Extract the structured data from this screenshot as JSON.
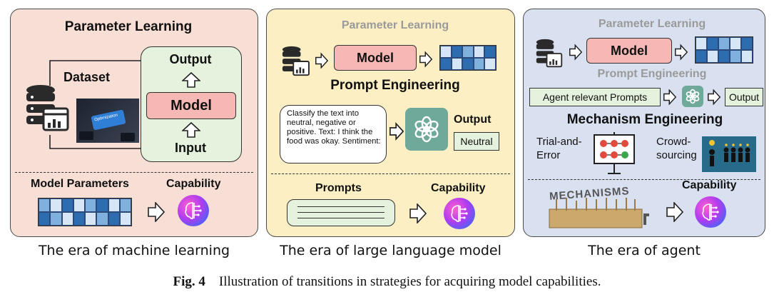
{
  "panel1": {
    "title": "Parameter Learning",
    "dataset_label": "Dataset",
    "output_label": "Output",
    "model_label": "Model",
    "input_label": "Input",
    "screen_text": "Optimization",
    "params_label": "Model Parameters",
    "capability_label": "Capability",
    "era": "The era of machine learning"
  },
  "panel2": {
    "faded_title": "Parameter Learning",
    "model_label": "Model",
    "title": "Prompt Engineering",
    "prompt_text": "Classify the text into neutral, negative or positive. Text: I think the food was okay. Sentiment:",
    "output_label": "Output",
    "neutral_label": "Neutral",
    "prompts_label": "Prompts",
    "capability_label": "Capability",
    "era": "The era of large language model"
  },
  "panel3": {
    "faded_title1": "Parameter Learning",
    "model_label": "Model",
    "faded_title2": "Prompt Engineering",
    "agent_prompts": "Agent relevant Prompts",
    "output_label": "Output",
    "title": "Mechanism Engineering",
    "trial_label": "Trial-and-\nError",
    "crowd_label": "Crowd-\nsourcing",
    "mechanisms_word": "MECHANISMS",
    "capability_label": "Capability",
    "era": "The era of agent"
  },
  "figure": {
    "label": "Fig. 4",
    "caption": "Illustration of transitions in strategies for acquiring model capabilities."
  },
  "colors": {
    "panel1_bg": "#f8dfd6",
    "panel2_bg": "#fcefc4",
    "panel3_bg": "#d9e1f1",
    "model_fill": "#f5b8b5",
    "green_box": "#e5f2dd",
    "faded_text": "#9a9a9a"
  }
}
